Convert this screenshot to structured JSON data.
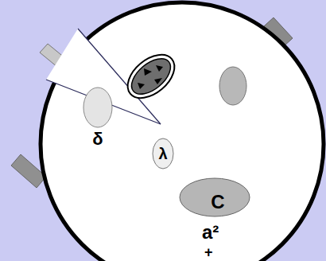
{
  "diagram": {
    "nodes": [
      {
        "text": [
          "δ"
        ]
      },
      {
        "text": [
          "λ"
        ]
      },
      {
        "text": [
          "C"
        ]
      }
    ],
    "labels": [
      "a²",
      "+"
    ]
  }
}
